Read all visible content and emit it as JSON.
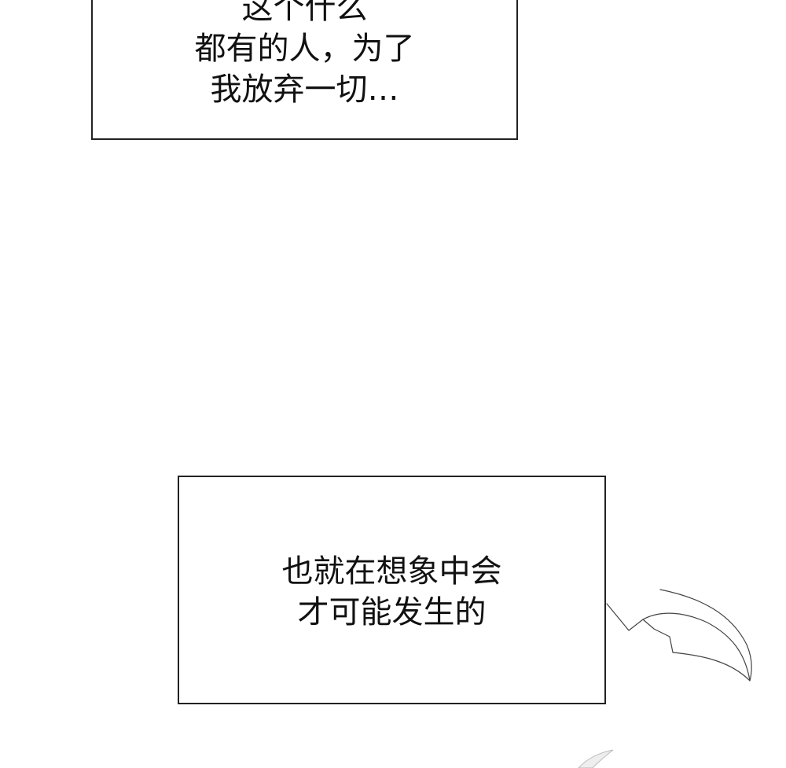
{
  "panel_top": {
    "lines": [
      "这个什么",
      "都有的人，为了",
      "我放弃一切…"
    ]
  },
  "panel_bottom": {
    "lines": [
      "也就在想象中会",
      "才可能发生的"
    ]
  },
  "colors": {
    "background": "#ffffff",
    "border": "#222222",
    "text": "#111111",
    "artwork_line": "#444444"
  }
}
